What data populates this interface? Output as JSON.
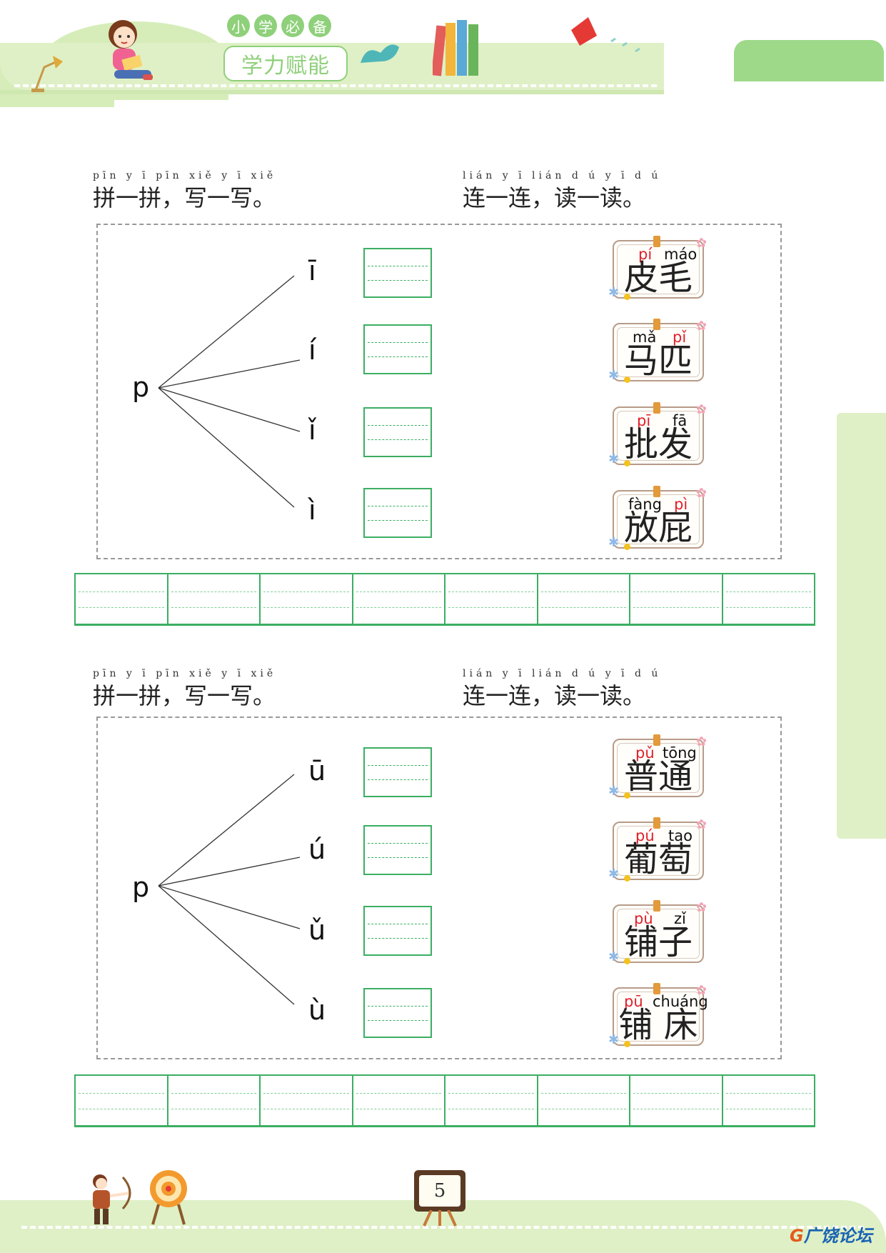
{
  "header": {
    "tags": [
      "小",
      "学",
      "必",
      "备"
    ],
    "brand": "学力赋能"
  },
  "sections": [
    {
      "left_ins": {
        "pinyin": "pīn y ī pīn    xiě y ī xiě",
        "text": "拼一拼，写一写。"
      },
      "right_ins": {
        "pinyin": "lián y ī lián    d ú y ī d ú",
        "text": "连一连，读一读。"
      },
      "consonant": "p",
      "vowels": [
        "ī",
        "í",
        "ǐ",
        "ì"
      ],
      "cards": [
        {
          "p1": "pí",
          "p1_color": "#e0202a",
          "p2": "máo",
          "p2_color": "#111111",
          "text": "皮毛"
        },
        {
          "p1": "mǎ",
          "p1_color": "#111111",
          "p2": "pǐ",
          "p2_color": "#e0202a",
          "text": "马匹"
        },
        {
          "p1": "pī",
          "p1_color": "#e0202a",
          "p2": "fā",
          "p2_color": "#111111",
          "text": "批发"
        },
        {
          "p1": "fàng",
          "p1_color": "#111111",
          "p2": "pì",
          "p2_color": "#e0202a",
          "text": "放屁"
        }
      ]
    },
    {
      "left_ins": {
        "pinyin": "pīn y ī pīn    xiě y ī xiě",
        "text": "拼一拼，写一写。"
      },
      "right_ins": {
        "pinyin": "lián y ī lián    d ú y ī d ú",
        "text": "连一连，读一读。"
      },
      "consonant": "p",
      "vowels": [
        "ū",
        "ú",
        "ǔ",
        "ù"
      ],
      "cards": [
        {
          "p1": "pǔ",
          "p1_color": "#e0202a",
          "p2": "tōng",
          "p2_color": "#111111",
          "text": "普通"
        },
        {
          "p1": "pú",
          "p1_color": "#e0202a",
          "p2": "tao",
          "p2_color": "#111111",
          "text": "葡萄"
        },
        {
          "p1": "pù",
          "p1_color": "#e0202a",
          "p2": "zǐ",
          "p2_color": "#111111",
          "text": "铺子"
        },
        {
          "p1": "pū",
          "p1_color": "#e0202a",
          "p2": "chuáng",
          "p2_color": "#111111",
          "text": "铺 床"
        }
      ]
    }
  ],
  "page_number": "5",
  "footer_logo": {
    "mark": "G",
    "text": "广饶论坛"
  }
}
